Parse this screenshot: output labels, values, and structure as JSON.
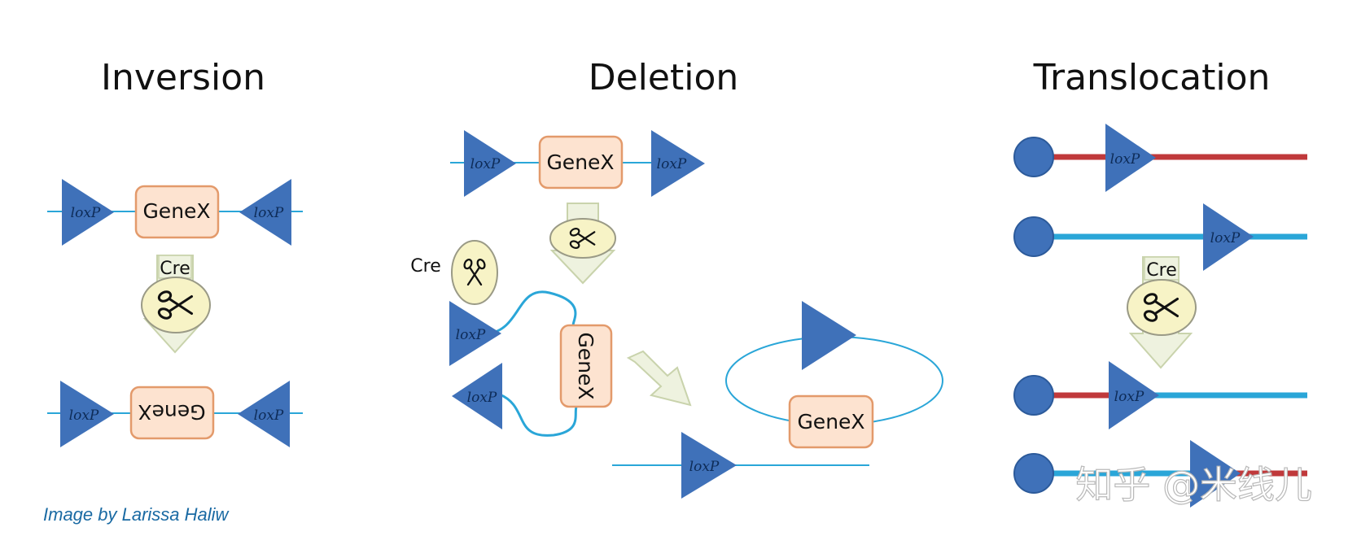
{
  "titles": {
    "inversion": "Inversion",
    "deletion": "Deletion",
    "translocation": "Translocation"
  },
  "labels": {
    "loxp": "loxP",
    "gene": "GeneX",
    "cre": "Cre"
  },
  "credit": "Image by Larissa Haliw",
  "watermark": "知乎 @米线儿",
  "colors": {
    "triangle": "#3f71b9",
    "line_blue": "#2aa6d8",
    "line_red": "#c0393b",
    "gene_fill": "#fde3d0",
    "gene_stroke": "#e39a6b",
    "arrow_fill": "#eef2df",
    "arrow_stroke": "#c9d3ac",
    "cre_fill": "#f7f3c6"
  },
  "icons": [
    "loxp-triangle-icon",
    "scissors-icon",
    "down-arrow-icon",
    "centromere-circle-icon"
  ]
}
